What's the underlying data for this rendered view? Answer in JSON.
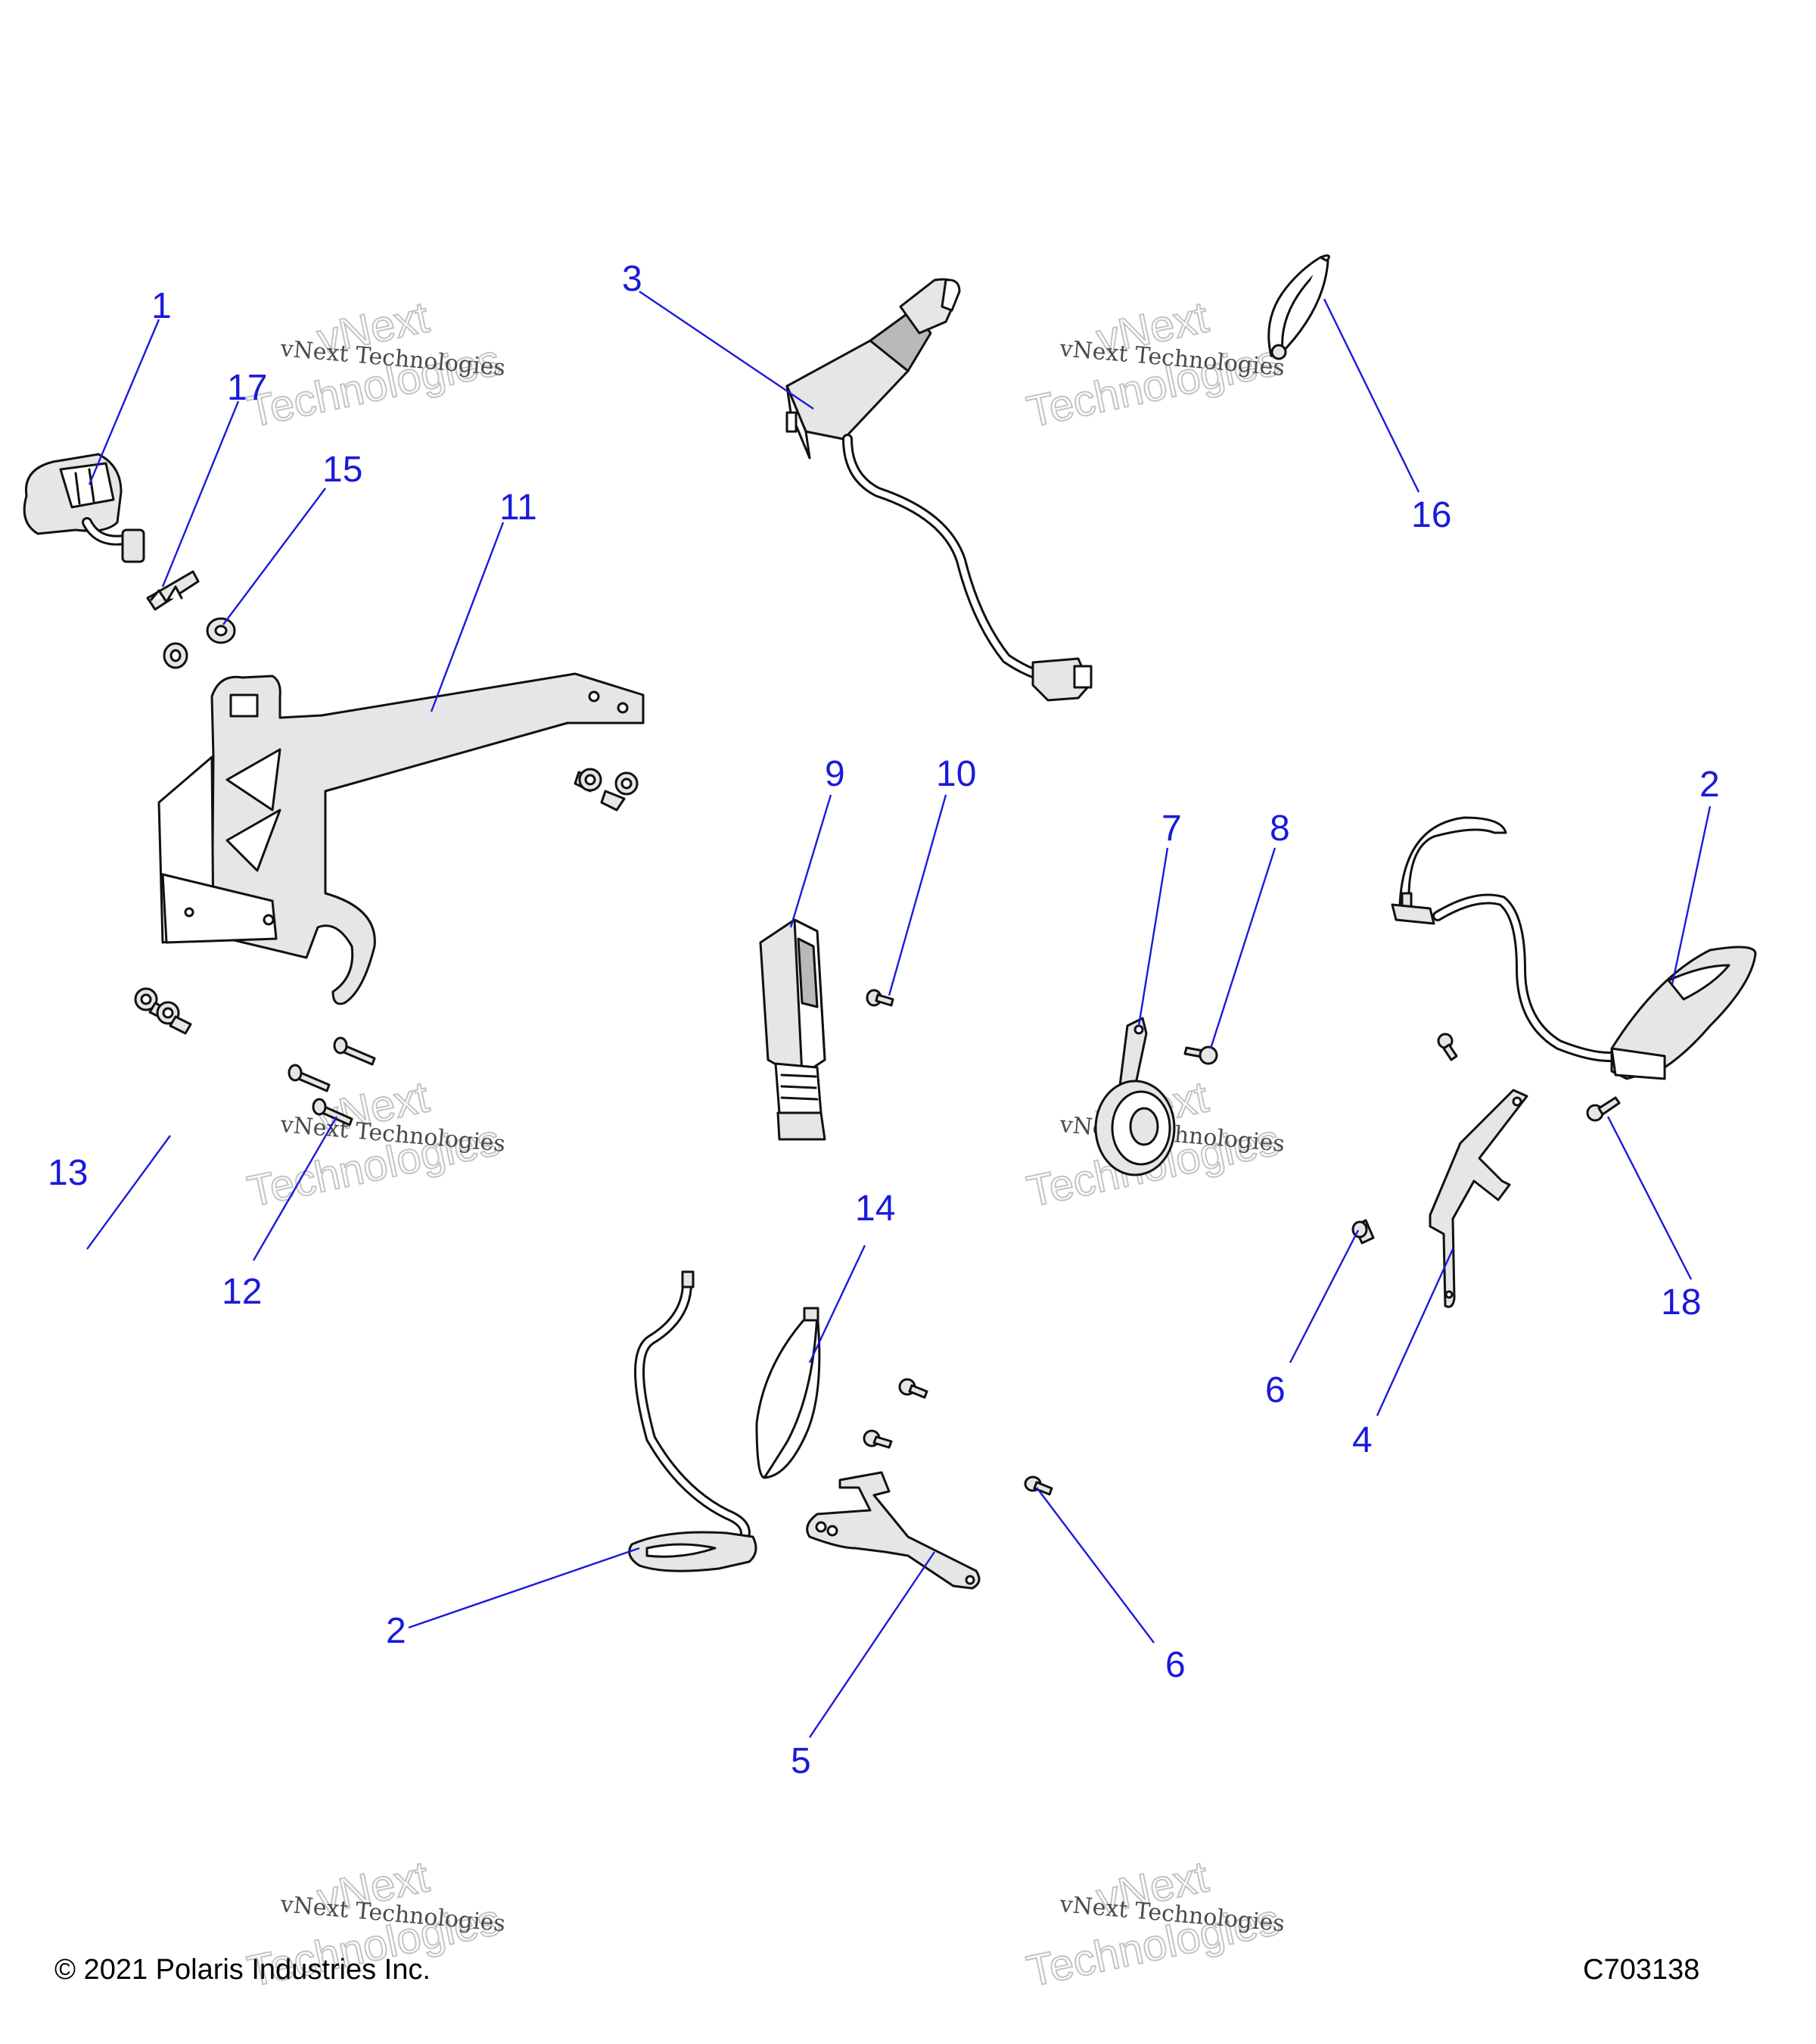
{
  "copyright": "© 2021 Polaris Industries Inc.",
  "drawing_number": "C703138",
  "watermark": {
    "line_small": "vNext Technologies",
    "line_big_top": "vNext",
    "line_big_bottom": "Technologies"
  },
  "callouts": {
    "c1": "1",
    "c2a": "2",
    "c2b": "2",
    "c3": "3",
    "c4": "4",
    "c5": "5",
    "c6a": "6",
    "c6b": "6",
    "c7": "7",
    "c8": "8",
    "c9": "9",
    "c10": "10",
    "c11": "11",
    "c12": "12",
    "c13": "13",
    "c14": "14",
    "c15": "15",
    "c16": "16",
    "c17": "17",
    "c18": "18"
  },
  "colors": {
    "callout": "#1a1adb",
    "line_art": "#111111"
  }
}
